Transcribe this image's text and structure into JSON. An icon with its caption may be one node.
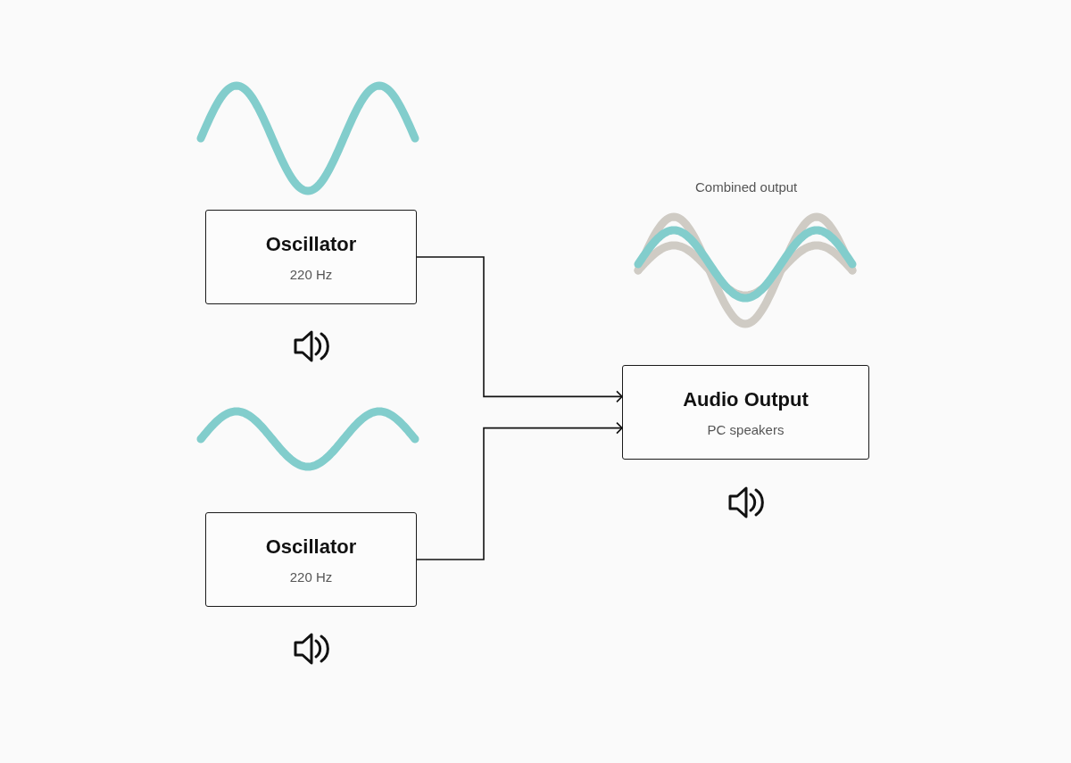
{
  "diagram": {
    "nodes": [
      {
        "text": [
          "Oscillator",
          "220 Hz"
        ]
      },
      {
        "text": [
          "Oscillator",
          "220 Hz"
        ]
      },
      {
        "text": [
          "Audio Output",
          "PC speakers"
        ]
      }
    ],
    "edges": [
      {
        "from": 0,
        "to": 2,
        "arrow": "to"
      },
      {
        "from": 1,
        "to": 2,
        "arrow": "to"
      }
    ],
    "labels": [
      "Combined output"
    ]
  }
}
